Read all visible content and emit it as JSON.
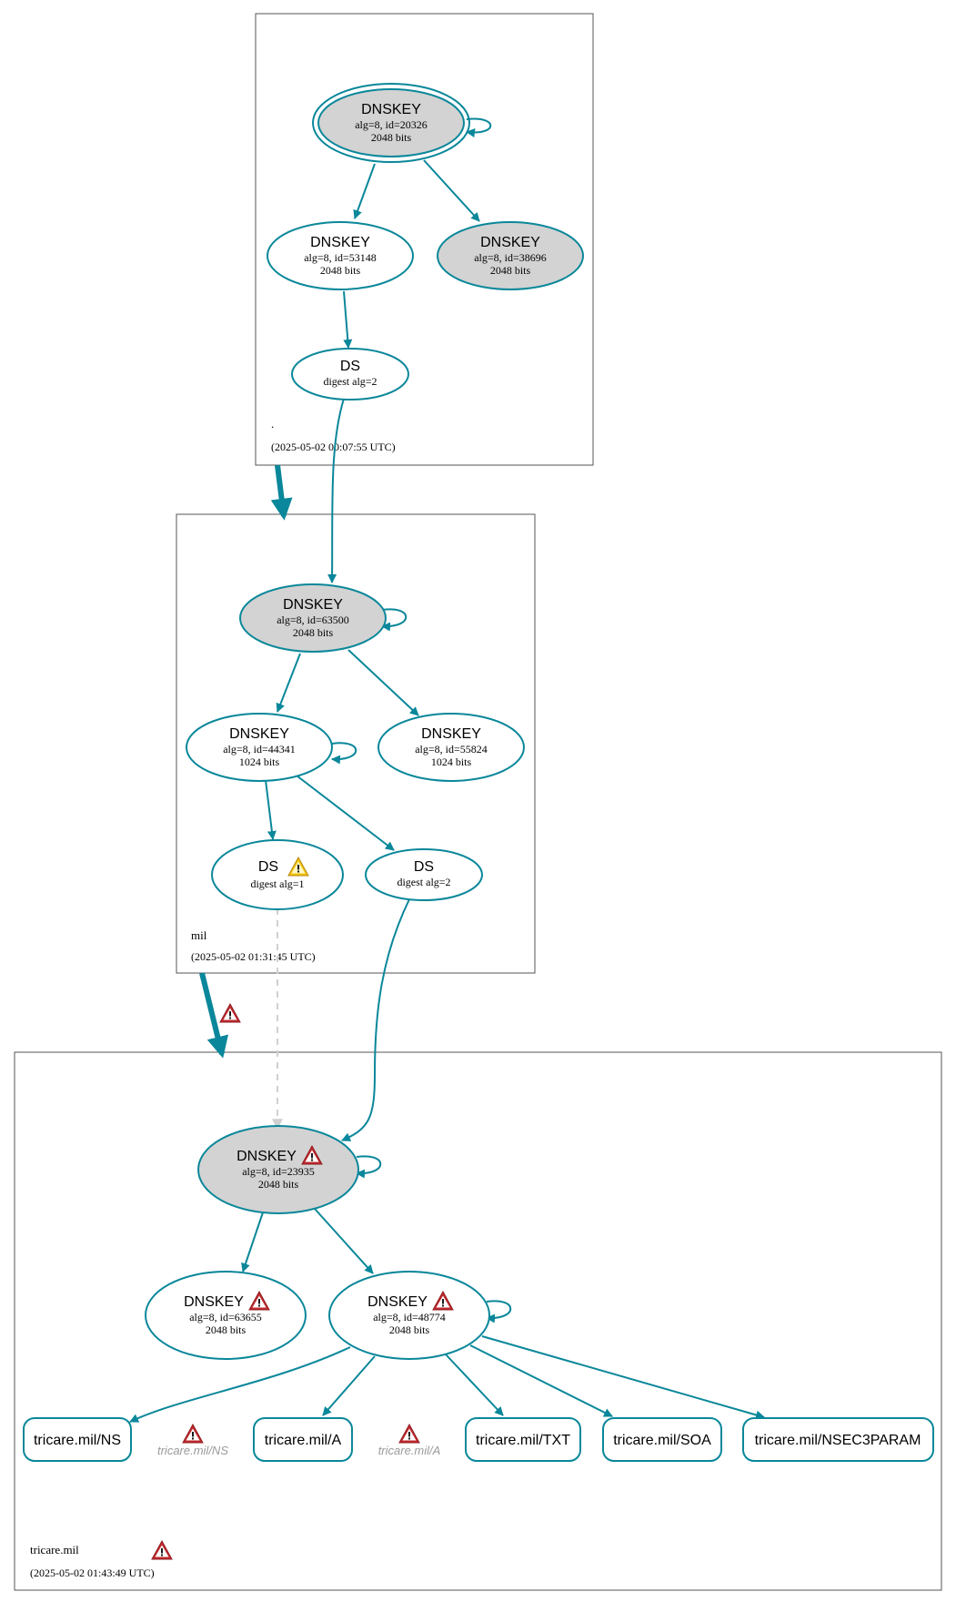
{
  "colors": {
    "edge": "#0a879a",
    "zone_border": "#545454",
    "ksk_fill": "#d3d3d3",
    "insecure_edge": "#d0d0d0",
    "error_red": "#c0292e",
    "warning_yellow": "#f1c40f",
    "ghost_label": "#9a9a9a"
  },
  "zones": {
    "root": {
      "name": ".",
      "timestamp": "(2025-05-02 00:07:55 UTC)"
    },
    "mil": {
      "name": "mil",
      "timestamp": "(2025-05-02 01:31:45 UTC)"
    },
    "tricare": {
      "name": "tricare.mil",
      "timestamp": "(2025-05-02 01:43:49 UTC)",
      "icon": "error-icon"
    }
  },
  "nodes": {
    "root_ksk": {
      "title": "DNSKEY",
      "line1": "alg=8, id=20326",
      "line2": "2048 bits"
    },
    "root_zsk": {
      "title": "DNSKEY",
      "line1": "alg=8, id=53148",
      "line2": "2048 bits"
    },
    "root_key3": {
      "title": "DNSKEY",
      "line1": "alg=8, id=38696",
      "line2": "2048 bits"
    },
    "root_ds": {
      "title": "DS",
      "line1": "digest alg=2"
    },
    "mil_ksk": {
      "title": "DNSKEY",
      "line1": "alg=8, id=63500",
      "line2": "2048 bits"
    },
    "mil_zsk": {
      "title": "DNSKEY",
      "line1": "alg=8, id=44341",
      "line2": "1024 bits"
    },
    "mil_key3": {
      "title": "DNSKEY",
      "line1": "alg=8, id=55824",
      "line2": "1024 bits"
    },
    "mil_ds1": {
      "title": "DS",
      "line1": "digest alg=1",
      "icon": "warning-icon"
    },
    "mil_ds2": {
      "title": "DS",
      "line1": "digest alg=2"
    },
    "tri_ksk": {
      "title": "DNSKEY",
      "line1": "alg=8, id=23935",
      "line2": "2048 bits",
      "icon": "error-icon"
    },
    "tri_key2": {
      "title": "DNSKEY",
      "line1": "alg=8, id=63655",
      "line2": "2048 bits",
      "icon": "error-icon"
    },
    "tri_zsk": {
      "title": "DNSKEY",
      "line1": "alg=8, id=48774",
      "line2": "2048 bits",
      "icon": "error-icon"
    }
  },
  "rrsets": {
    "ns": "tricare.mil/NS",
    "a": "tricare.mil/A",
    "txt": "tricare.mil/TXT",
    "soa": "tricare.mil/SOA",
    "nsec3param": "tricare.mil/NSEC3PARAM"
  },
  "ghost_rrsets": {
    "ns": "tricare.mil/NS",
    "a": "tricare.mil/A"
  },
  "delegation_icons": {
    "mil_to_tricare": "error-icon"
  }
}
